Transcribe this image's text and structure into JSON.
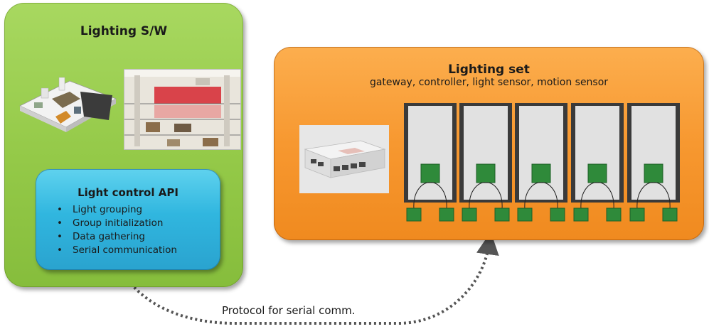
{
  "software": {
    "title": "Lighting S/W",
    "api": {
      "title": "Light control API",
      "items": [
        "Light grouping",
        "Group initialization",
        "Data gathering",
        "Serial communication"
      ]
    }
  },
  "hardware": {
    "title": "Lighting set",
    "subtitle": "gateway, controller, light sensor, motion sensor",
    "fixture_count": 5
  },
  "link": {
    "label": "Protocol for serial comm."
  },
  "colors": {
    "software_panel": "#94c948",
    "api_box": "#30b6df",
    "hardware_panel": "#f79830",
    "arrow": "#555555"
  }
}
